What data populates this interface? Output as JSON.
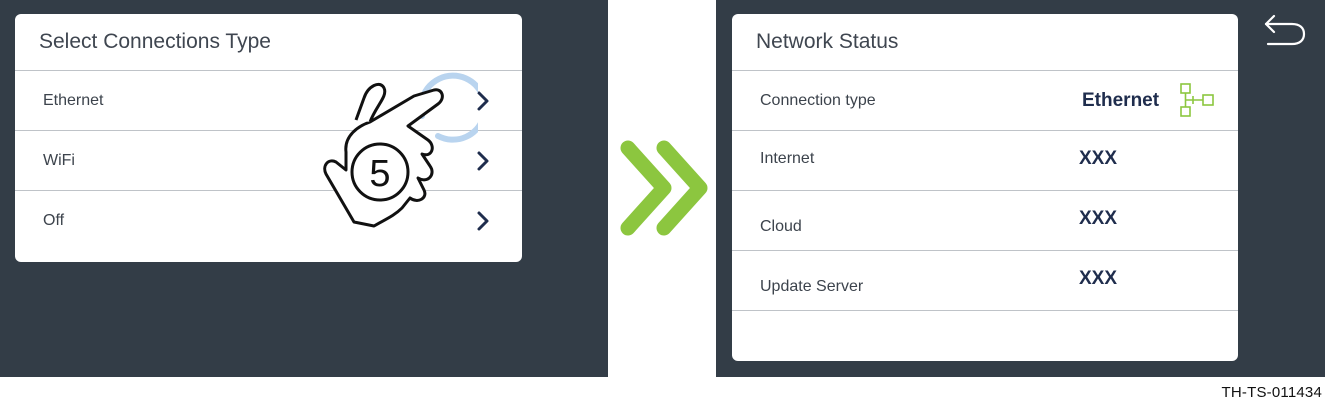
{
  "left_panel": {
    "title": "Select Connections Type",
    "items": [
      {
        "label": "Ethernet",
        "icon": "chevron-right-icon"
      },
      {
        "label": "WiFi",
        "icon": "chevron-right-icon"
      },
      {
        "label": "Off",
        "icon": "chevron-right-icon"
      }
    ],
    "step_number": "5"
  },
  "right_panel": {
    "title": "Network Status",
    "rows": [
      {
        "label": "Connection type",
        "value": "Ethernet"
      },
      {
        "label": "Internet",
        "value": "XXX"
      },
      {
        "label": "Cloud",
        "value": "XXX"
      },
      {
        "label": "Update Server",
        "value": "XXX"
      },
      {
        "label": "",
        "value": ""
      }
    ],
    "back_icon": "back-arrow-icon",
    "connection_icon": "network-topology-icon"
  },
  "colors": {
    "screen_bg": "#333d47",
    "card_bg": "#ffffff",
    "accent_navy": "#1f2d4d",
    "arrow_green": "#8cc63f",
    "icon_green": "#8cc63f",
    "tap_ring": "#b9d4ef"
  },
  "footer": {
    "doc_code": "TH-TS-011434"
  }
}
